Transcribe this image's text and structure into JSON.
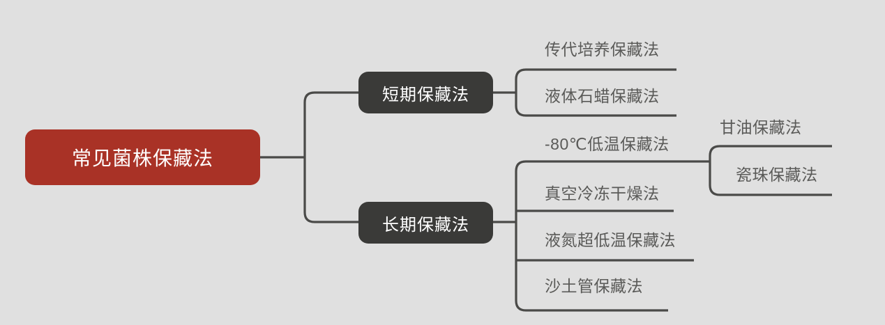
{
  "diagram": {
    "type": "mind-map",
    "background_color": "#e0e0e0",
    "root": {
      "label": "常见菌株保藏法",
      "color": "#a93226",
      "text_color": "#ffffff"
    },
    "branches": [
      {
        "label": "短期保藏法",
        "color": "#3a3a38",
        "text_color": "#ffffff",
        "children": [
          {
            "label": "传代培养保藏法"
          },
          {
            "label": "液体石蜡保藏法"
          }
        ]
      },
      {
        "label": "长期保藏法",
        "color": "#3a3a38",
        "text_color": "#ffffff",
        "children": [
          {
            "label": "-80℃低温保藏法",
            "children": [
              {
                "label": "甘油保藏法"
              },
              {
                "label": "瓷珠保藏法"
              }
            ]
          },
          {
            "label": "真空冷冻干燥法"
          },
          {
            "label": "液氮超低温保藏法"
          },
          {
            "label": "沙土管保藏法"
          }
        ]
      }
    ],
    "line_color": "#4a4a48",
    "leaf_text_color": "#5a5a58"
  }
}
